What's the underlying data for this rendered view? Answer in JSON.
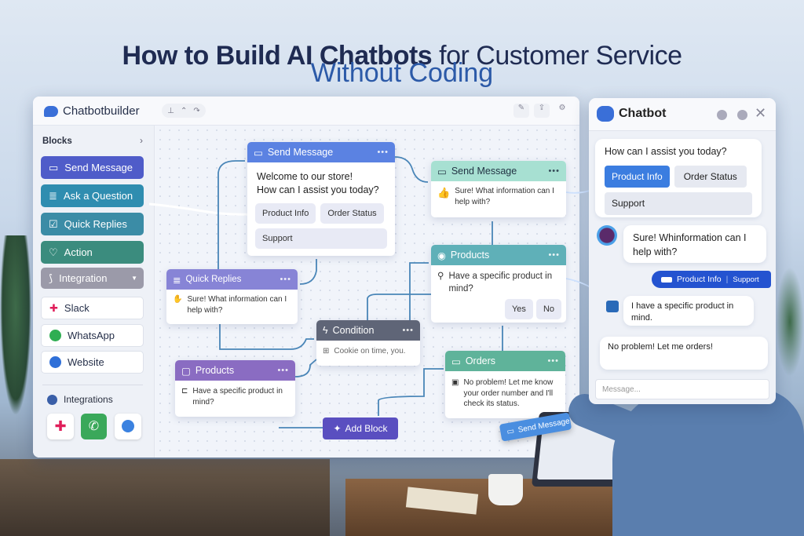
{
  "title": {
    "line1_bold": "How to Build AI Chatbots",
    "line1_rest": " for Customer Service",
    "line2": "Without Coding"
  },
  "builder": {
    "app_name": "Chatbotbuilder",
    "sidebar": {
      "blocks_label": "Blocks",
      "blocks": [
        {
          "label": "Send Message",
          "color": "#4f5cc9"
        },
        {
          "label": "Ask a Question",
          "color": "#2f8db0"
        },
        {
          "label": "Quick Replies",
          "color": "#3b8ca6"
        },
        {
          "label": "Action",
          "color": "#3b8c7e"
        },
        {
          "label": "Integration",
          "color": "#9b9aa9"
        }
      ],
      "channels": [
        {
          "label": "Slack"
        },
        {
          "label": "WhatsApp"
        },
        {
          "label": "Website"
        }
      ],
      "integrations_label": "Integrations"
    },
    "nodes": {
      "send_message_main": {
        "title": "Send Message",
        "text1": "Welcome to our store!",
        "text2": "How can I assist you today?",
        "options": [
          "Product Info",
          "Order Status",
          "Support"
        ]
      },
      "send_message_reply": {
        "title": "Send Message",
        "text": "Sure! What information can I help with?"
      },
      "products_teal": {
        "title": "Products",
        "text": "Have a specific product in mind?",
        "options": [
          "Yes",
          "No"
        ]
      },
      "quick_replies": {
        "title": "Quick Replies",
        "text": "Sure! What information can I help with?"
      },
      "condition": {
        "title": "Condition",
        "text": "Cookie on time, you."
      },
      "products_purple": {
        "title": "Products",
        "text": "Have a specific product in mind?"
      },
      "orders": {
        "title": "Orders",
        "text": "No problem! Let me know your order number and I'll check its status."
      }
    },
    "add_block": "Add Block",
    "drag_chip": "Send Message"
  },
  "chat": {
    "title": "Chatbot",
    "greeting": "How can I assist you today?",
    "quick_replies": [
      "Product Info",
      "Order Status",
      "Support"
    ],
    "bot_reply": "Sure! Whinformation can I help with?",
    "user_choice": "Product Info",
    "user_choice_alt": "Support",
    "user_msg": "I have a specific product in mind.",
    "bot_reply2": "No problem! Let me orders!",
    "input_placeholder": "Message..."
  }
}
